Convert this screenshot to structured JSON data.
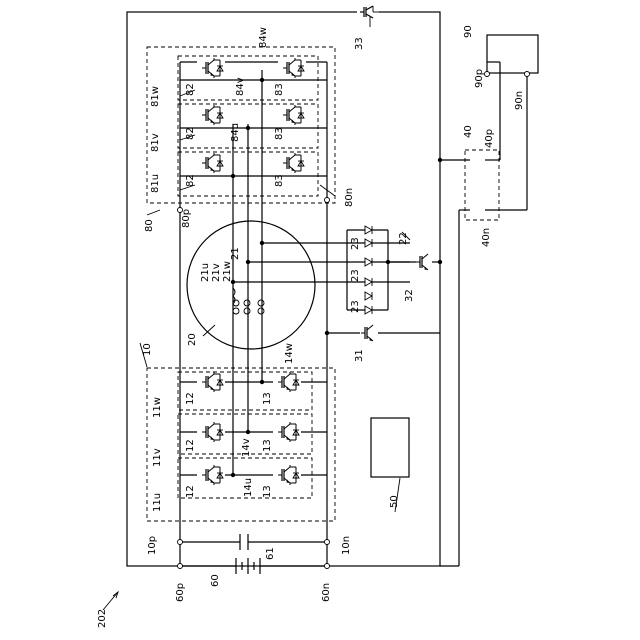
{
  "figure_label": "202",
  "labels": {
    "l10": "10",
    "l10p": "10p",
    "l10n": "10n",
    "l11u": "11u",
    "l11v": "11v",
    "l11w": "11w",
    "l12": "12",
    "l13": "13",
    "l14u": "14u",
    "l14v": "14v",
    "l14w": "14w",
    "l20": "20",
    "l21": "21",
    "l21u": "21u",
    "l21v": "21v",
    "l21w": "21w",
    "l22": "22",
    "l23": "23",
    "l31": "31",
    "l32": "32",
    "l33": "33",
    "l40": "40",
    "l40p": "40p",
    "l40n": "40n",
    "l50": "50",
    "l60": "60",
    "l60p": "60p",
    "l60n": "60n",
    "l61": "61",
    "l80": "80",
    "l80p": "80p",
    "l80n": "80n",
    "l81u": "81u",
    "l81v": "81v",
    "l81w": "81w",
    "l82": "82",
    "l83": "83",
    "l84u": "84u",
    "l84v": "84v",
    "l84w": "84w",
    "l90": "90",
    "l90p": "90p",
    "l90n": "90n"
  },
  "colors": {
    "line": "#000000",
    "background": "#ffffff"
  },
  "icons": {
    "transistor": "igbt-with-diode-icon",
    "diode": "diode-icon",
    "coil": "motor-winding-icon",
    "battery": "battery-icon",
    "capacitor": "capacitor-icon"
  }
}
